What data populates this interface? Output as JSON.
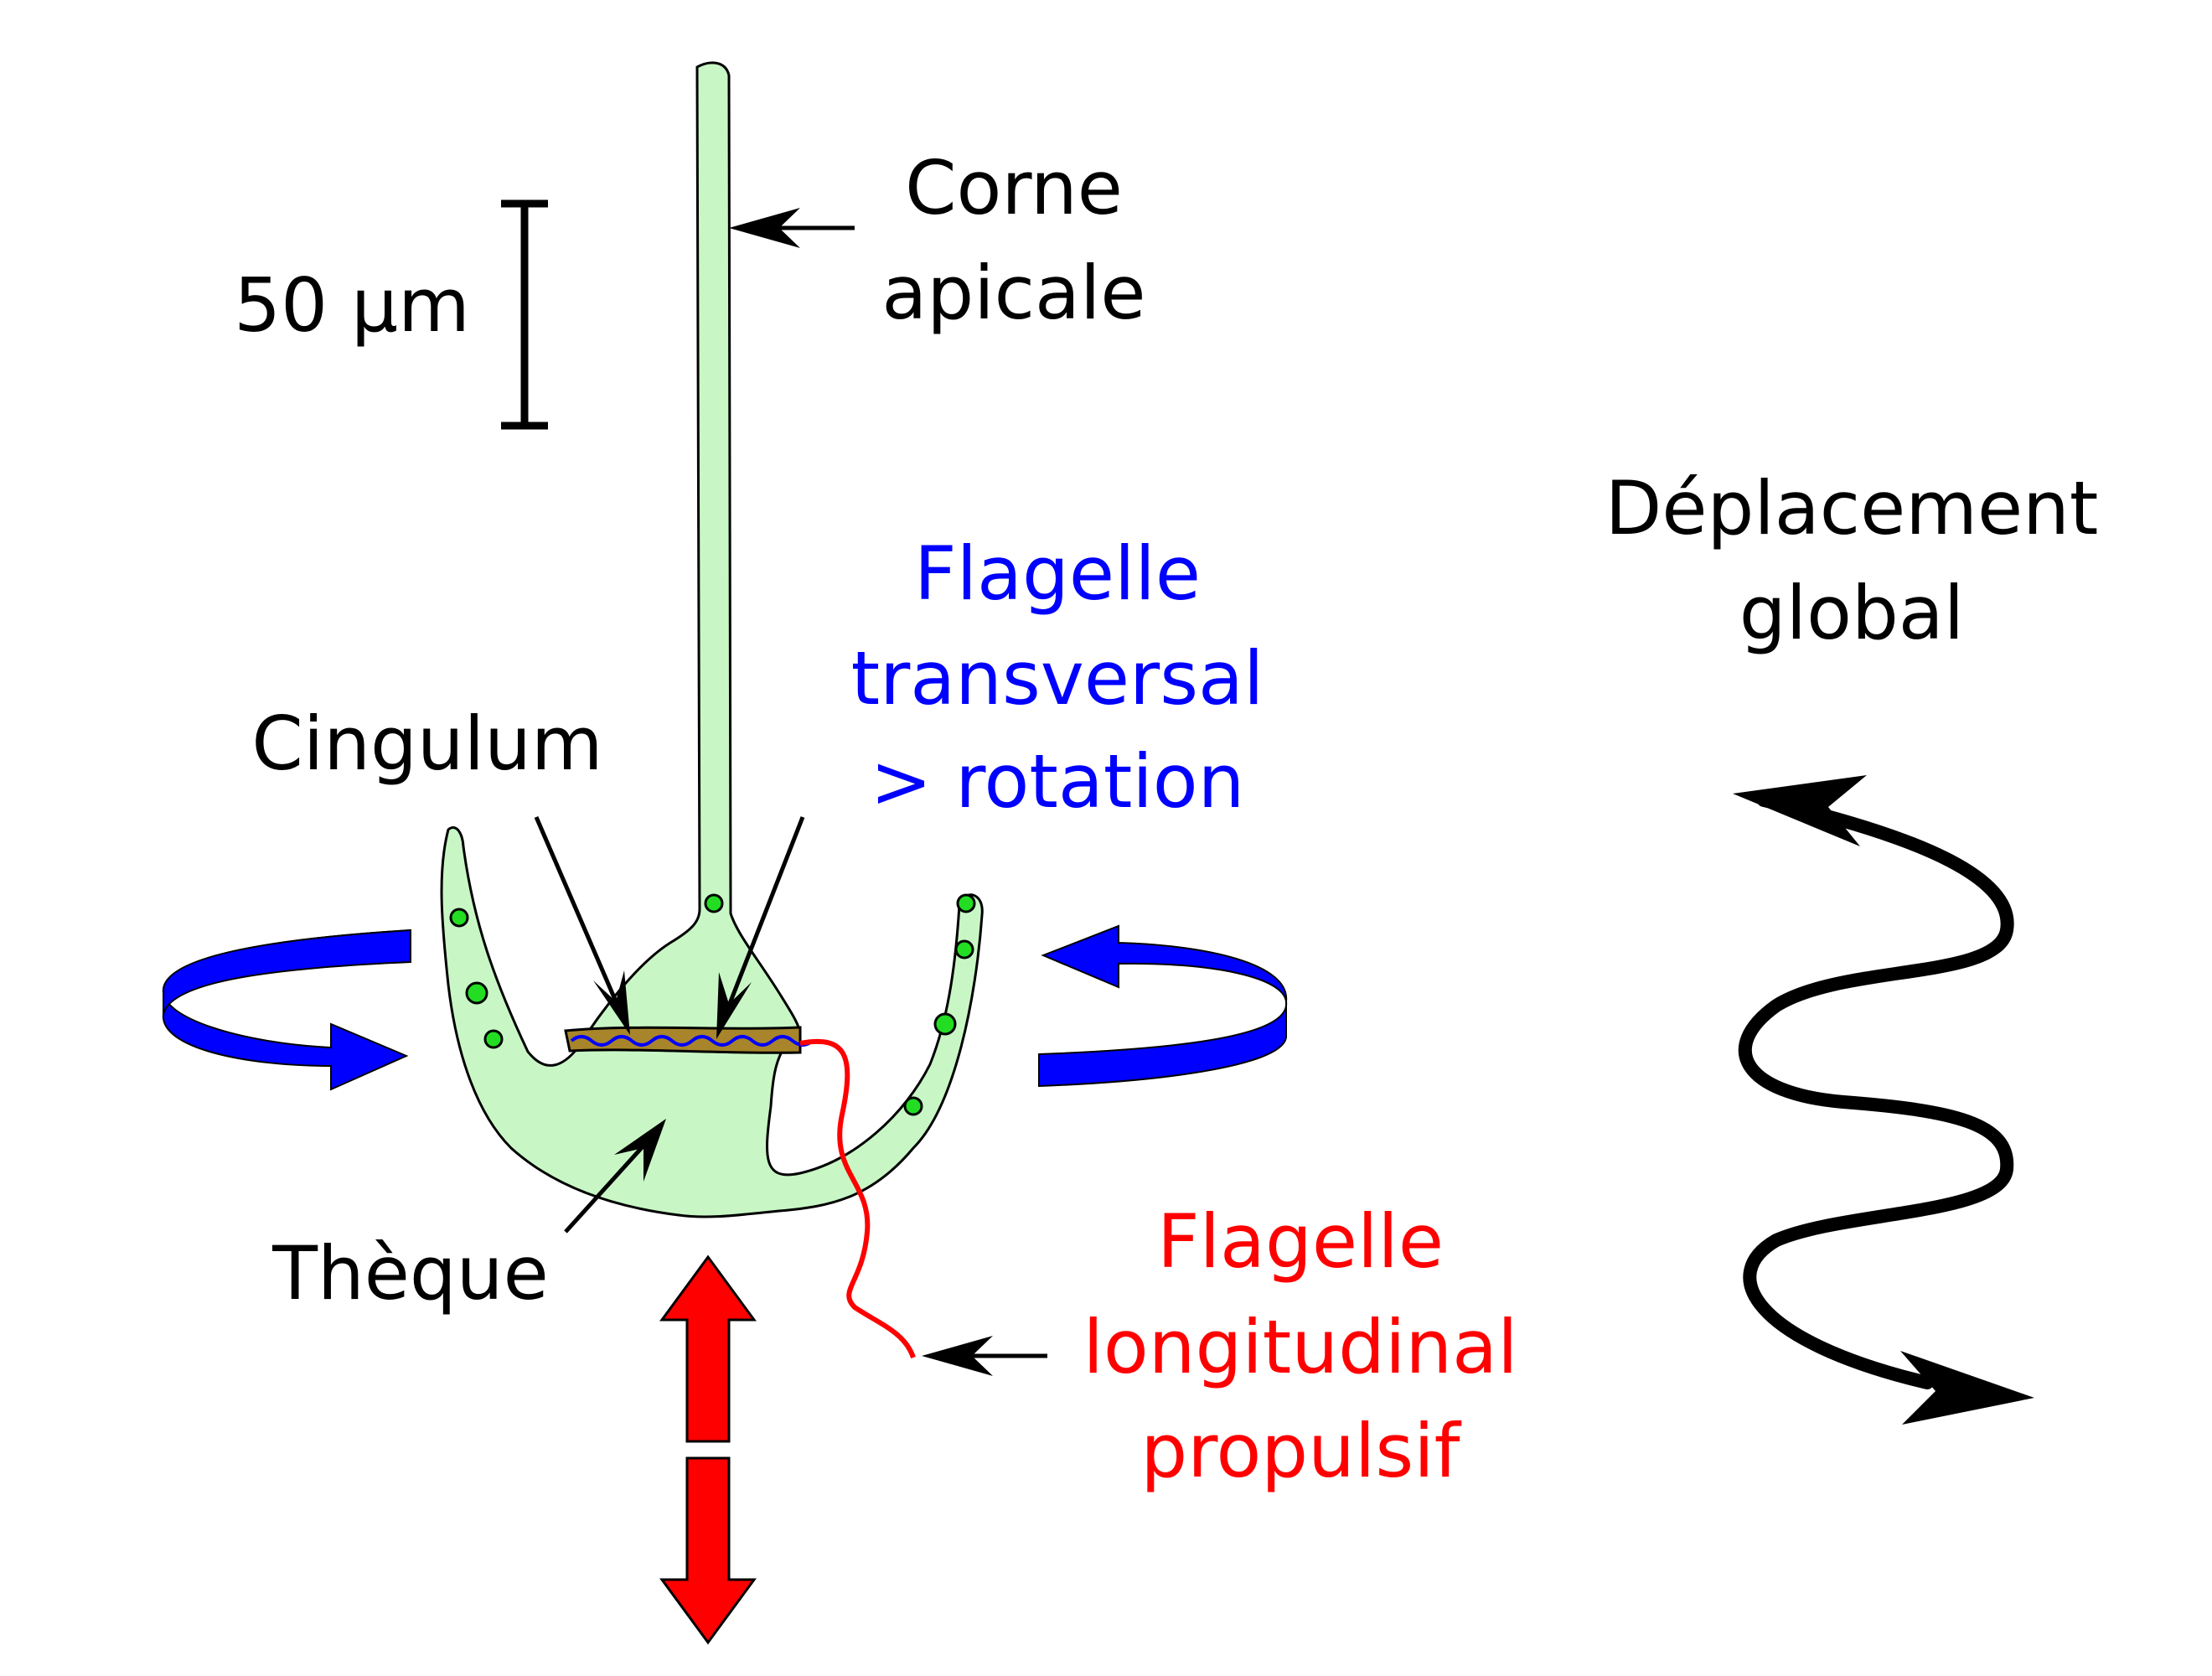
{
  "labels": {
    "scale_bar": "50 µm",
    "corne_line1": "Corne",
    "corne_line2": "apicale",
    "cingulum": "Cingulum",
    "theque": "Thèque",
    "flagelle_transversal_line1": "Flagelle",
    "flagelle_transversal_line2": "transversal",
    "flagelle_transversal_line3": "> rotation",
    "flagelle_longitudinal_line1": "Flagelle",
    "flagelle_longitudinal_line2": "longitudinal",
    "flagelle_longitudinal_line3": "propulsif",
    "deplacement_line1": "Déplacement",
    "deplacement_line2": "global"
  },
  "colors": {
    "cell_fill": "#c8f7c5",
    "organelle_dot": "#22dd22",
    "transverse_flagellum": "#0000ff",
    "longitudinal_flagellum": "#ff0000",
    "label_black": "#000000",
    "label_blue": "#0000ff",
    "label_red": "#ff0000"
  }
}
